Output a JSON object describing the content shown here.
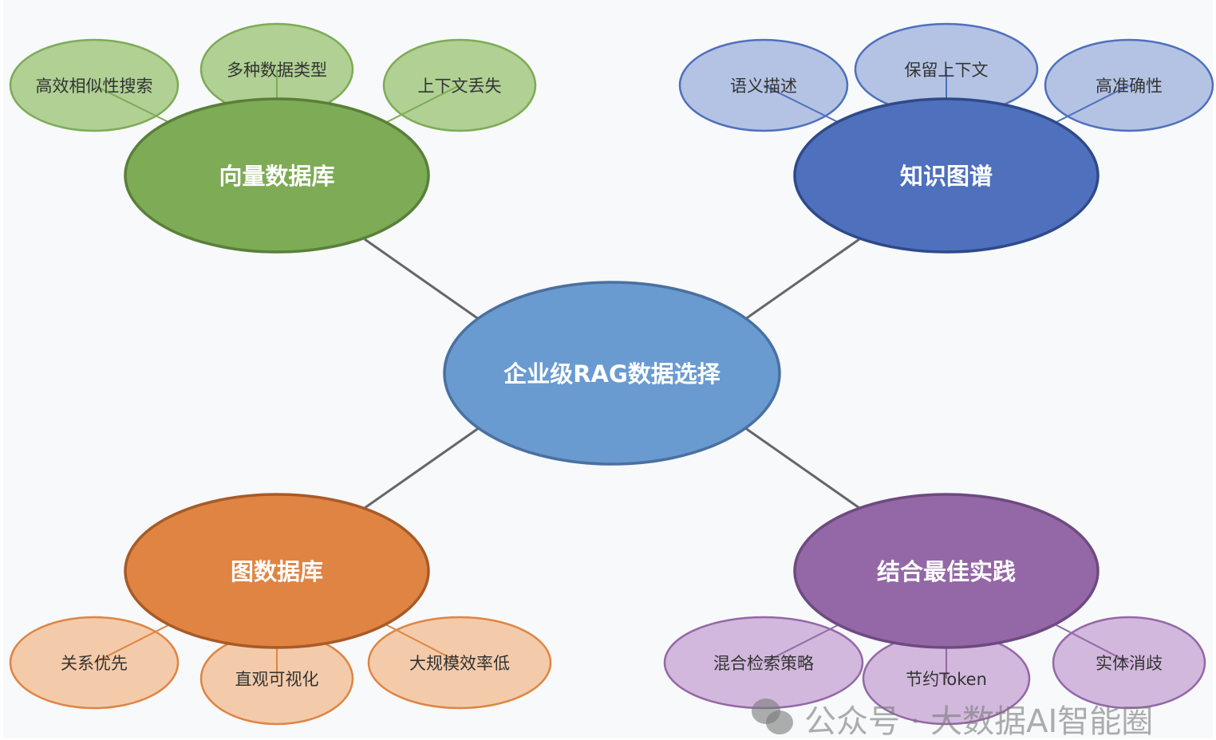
{
  "center": {
    "label": "企业级RAG数据选择",
    "fill": "#6a9bd0",
    "stroke": "#4a70a0"
  },
  "branches": [
    {
      "label": "向量数据库",
      "fill": "#7eab55",
      "stroke": "#5a7f3a",
      "child_fill": "#b0d094",
      "child_stroke": "#7eab55",
      "children": [
        "高效相似性搜索",
        "多种数据类型",
        "上下文丢失"
      ]
    },
    {
      "label": "知识图谱",
      "fill": "#4f70bd",
      "stroke": "#2f4a8a",
      "child_fill": "#b4c3e3",
      "child_stroke": "#4f70bd",
      "children": [
        "语义描述",
        "保留上下文",
        "高准确性"
      ]
    },
    {
      "label": "图数据库",
      "fill": "#e08443",
      "stroke": "#a85a28",
      "child_fill": "#f3cbaa",
      "child_stroke": "#e08443",
      "children": [
        "关系优先",
        "直观可视化",
        "大规模效率低"
      ]
    },
    {
      "label": "结合最佳实践",
      "fill": "#9468a6",
      "stroke": "#6e4a80",
      "child_fill": "#d2b8dd",
      "child_stroke": "#9468a6",
      "children": [
        "混合检索策略",
        "节约Token",
        "实体消歧"
      ]
    }
  ],
  "watermark": "公众号 · 大数据AI智能圈"
}
